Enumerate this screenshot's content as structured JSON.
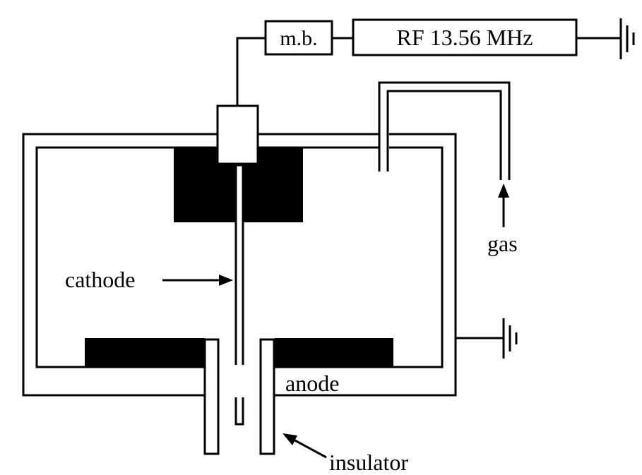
{
  "labels": {
    "matching_box": "m.b.",
    "rf_source": "RF 13.56 MHz",
    "gas": "gas",
    "cathode": "cathode",
    "anode": "anode",
    "insulator": "insulator"
  },
  "colors": {
    "ink": "#000000",
    "paper": "#ffffff"
  }
}
